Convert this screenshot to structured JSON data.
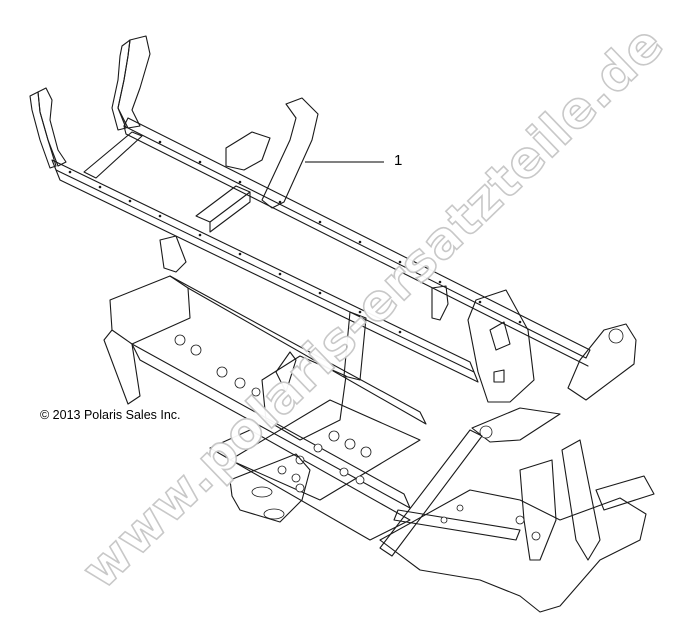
{
  "diagram": {
    "subject": "vehicle main frame assembly (exploded parts illustration)",
    "callouts": [
      {
        "number": "1",
        "part": "frame"
      }
    ],
    "copyright": "© 2013 Polaris Sales Inc.",
    "watermark": "www.polaris-ersatzteile.de",
    "colors": {
      "background": "#ffffff",
      "linework": "#1a1a1a",
      "watermark_outline": "#c6c6c6",
      "watermark_fill": "#ffffff"
    }
  }
}
